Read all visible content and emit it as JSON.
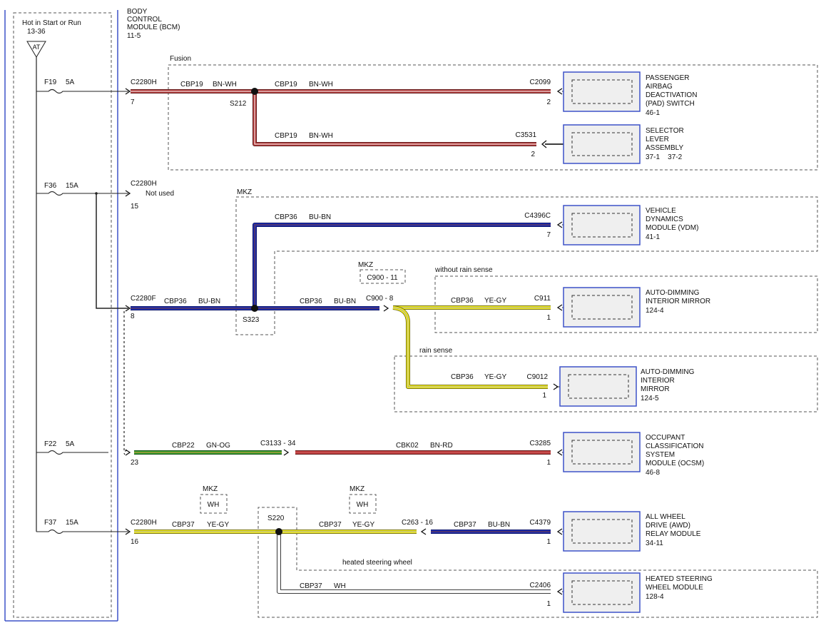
{
  "colors": {
    "BN-WH": {
      "body": "#b23a3a",
      "stripe": "#ffffff",
      "edge": "#5a1a1a"
    },
    "BU-BN": {
      "body": "#1c2fb8",
      "stripe": "#7a3a2a",
      "edge": "#0a1060"
    },
    "YE-GY": {
      "body": "#f2ec1e",
      "stripe": "#a8a8a8",
      "edge": "#6a6610"
    },
    "GN-OG": {
      "body": "#2e9a2e",
      "stripe": "#e8a040",
      "edge": "#144a14"
    },
    "BN-RD": {
      "body": "#b83a3a",
      "stripe": "#d86060",
      "edge": "#5a1a1a"
    },
    "WH": {
      "body": "#ffffff",
      "stripe": "#ffffff",
      "edge": "#222222"
    },
    "module_border": "#3d52c8",
    "module_fill": "#efefef"
  },
  "power_box": {
    "hot_label": "Hot in Start or Run",
    "hot_ref": "13-36",
    "at_symbol": "AT"
  },
  "bcm": {
    "label_1": "BODY",
    "label_2": "CONTROL",
    "label_3": "MODULE (BCM)",
    "ref": "11-5"
  },
  "fuses": [
    {
      "id": "F19",
      "rating": "5A"
    },
    {
      "id": "F36",
      "rating": "15A"
    },
    {
      "id": "F22",
      "rating": "5A"
    },
    {
      "id": "F37",
      "rating": "15A"
    }
  ],
  "variants": {
    "fusion": "Fusion",
    "mkz_1": "MKZ",
    "mkz_2": "MKZ",
    "mkz_3": "MKZ",
    "mkz_4": "MKZ",
    "without_rain": "without rain sense",
    "rain": "rain sense",
    "heated": "heated steering wheel",
    "wh_1": "WH",
    "wh_2": "WH"
  },
  "connectors": {
    "c2280h_1": "C2280H",
    "c2280h_1_pin": "7",
    "c2280h_2": "C2280H",
    "c2280h_2_pin": "15",
    "not_used": "Not used",
    "c2280f": "C2280F",
    "c2280f_pin": "8",
    "pin_23": "23",
    "c2280h_3": "C2280H",
    "c2280h_3_pin": "16",
    "c2099": "C2099",
    "c2099_pin": "2",
    "c3531": "C3531",
    "c3531_pin": "2",
    "c4396c": "C4396C",
    "c4396c_pin": "7",
    "c900_8": "C900 - 8",
    "c900_11": "C900 - 11",
    "c911": "C911",
    "c911_pin": "1",
    "c9012": "C9012",
    "c9012_pin": "1",
    "c3133": "C3133 - 34",
    "c3285": "C3285",
    "c3285_pin": "1",
    "c263": "C263 - 16",
    "c4379": "C4379",
    "c4379_pin": "1",
    "c2406": "C2406",
    "c2406_pin": "1"
  },
  "splices": {
    "s212": "S212",
    "s323": "S323",
    "s220": "S220"
  },
  "wires": {
    "w1": {
      "circuit": "CBP19",
      "color": "BN-WH"
    },
    "w2": {
      "circuit": "CBP19",
      "color": "BN-WH"
    },
    "w3": {
      "circuit": "CBP19",
      "color": "BN-WH"
    },
    "w4": {
      "circuit": "CBP36",
      "color": "BU-BN"
    },
    "w5": {
      "circuit": "CBP36",
      "color": "BU-BN"
    },
    "w6": {
      "circuit": "CBP36",
      "color": "BU-BN"
    },
    "w7": {
      "circuit": "CBP36",
      "color": "YE-GY"
    },
    "w8": {
      "circuit": "CBP36",
      "color": "YE-GY"
    },
    "w9": {
      "circuit": "CBP22",
      "color": "GN-OG"
    },
    "w10": {
      "circuit": "CBK02",
      "color": "BN-RD"
    },
    "w11": {
      "circuit": "CBP37",
      "color": "YE-GY"
    },
    "w12": {
      "circuit": "CBP37",
      "color": "YE-GY"
    },
    "w13": {
      "circuit": "CBP37",
      "color": "BU-BN"
    },
    "w14": {
      "circuit": "CBP37",
      "color": "WH"
    }
  },
  "modules": {
    "pad": {
      "l1": "PASSENGER",
      "l2": "AIRBAG",
      "l3": "DEACTIVATION",
      "l4": "(PAD) SWITCH",
      "ref": "46-1"
    },
    "sel": {
      "l1": "SELECTOR",
      "l2": "LEVER",
      "l3": "ASSEMBLY",
      "ref": "37-1    37-2"
    },
    "vdm": {
      "l1": "VEHICLE",
      "l2": "DYNAMICS",
      "l3": "MODULE (VDM)",
      "ref": "41-1"
    },
    "adm1": {
      "l1": "AUTO-DIMMING",
      "l2": "INTERIOR MIRROR",
      "ref": "124-4"
    },
    "adm2": {
      "l1": "AUTO-DIMMING",
      "l2": "INTERIOR",
      "l3": "MIRROR",
      "ref": "124-5"
    },
    "ocsm": {
      "l1": "OCCUPANT",
      "l2": "CLASSIFICATION",
      "l3": "SYSTEM",
      "l4": "MODULE (OCSM)",
      "ref": "46-8"
    },
    "awd": {
      "l1": "ALL WHEEL",
      "l2": "DRIVE (AWD)",
      "l3": "RELAY MODULE",
      "ref": "34-11"
    },
    "hsw": {
      "l1": "HEATED STEERING",
      "l2": "WHEEL MODULE",
      "ref": "128-4"
    }
  }
}
